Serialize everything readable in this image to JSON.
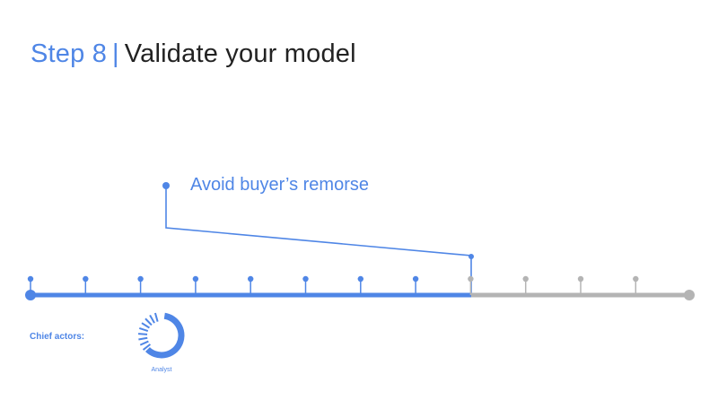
{
  "header": {
    "step": "Step 8",
    "separator": "|",
    "title": "Validate your model"
  },
  "callout": {
    "text": "Avoid buyer’s remorse"
  },
  "timeline": {
    "total_ticks": 12,
    "completed_ticks": 8,
    "current_step": 8,
    "active_color": "#4f86e6",
    "inactive_color": "#b4b4b4"
  },
  "actors": {
    "label": "Chief actors:",
    "items": [
      {
        "name": "Analyst",
        "icon": "donut-progress-icon"
      }
    ]
  }
}
